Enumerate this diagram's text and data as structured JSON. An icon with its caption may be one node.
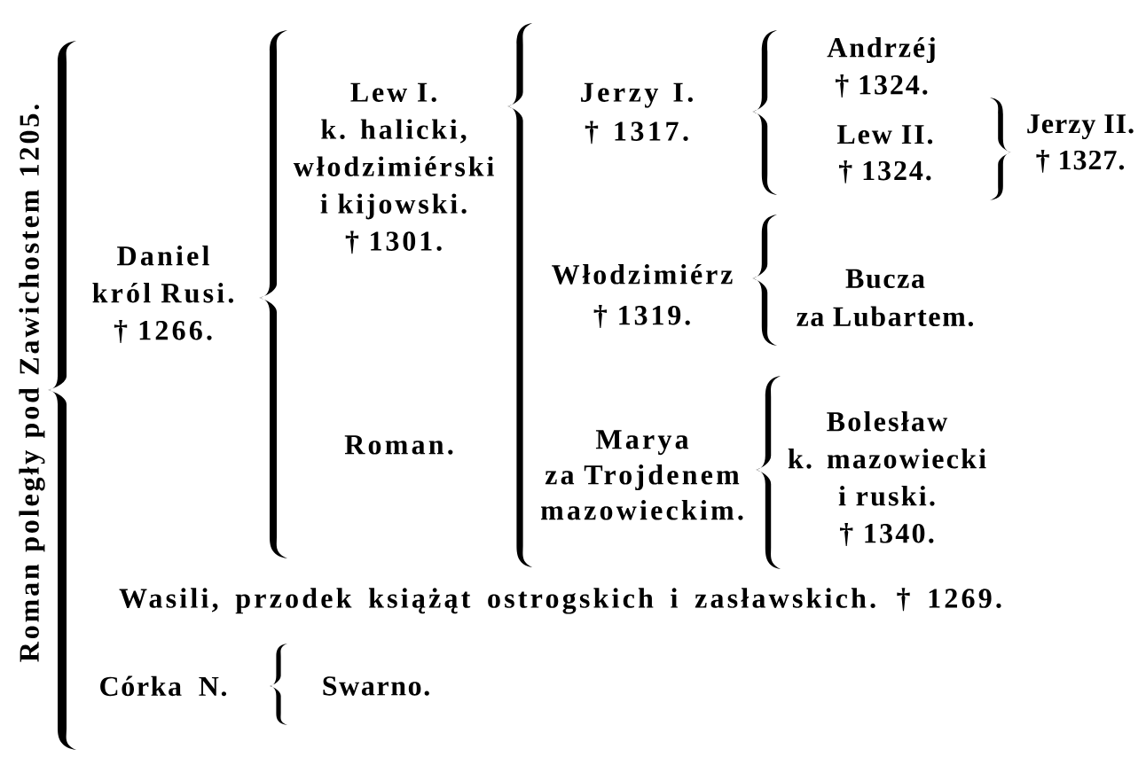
{
  "diagram": {
    "nodes": [
      {
        "text": [
          "Roman poległy pod Zawichostem 1205."
        ]
      },
      {
        "text": [
          "Daniel",
          "król Rusi.",
          "† 1266."
        ]
      },
      {
        "text": [
          "Lew I.",
          "k. halicki, włodzimiérski i kijowski.",
          "† 1301."
        ]
      },
      {
        "text": [
          "Roman."
        ]
      },
      {
        "text": [
          "Jerzy I.",
          "† 1317."
        ]
      },
      {
        "text": [
          "Włodzimiérz",
          "† 1319."
        ]
      },
      {
        "text": [
          "Marya",
          "za Trojdenem mazowieckim."
        ]
      },
      {
        "text": [
          "Andrzéj",
          "† 1324."
        ]
      },
      {
        "text": [
          "Lew II.",
          "† 1324."
        ]
      },
      {
        "text": [
          "Jerzy II.",
          "† 1327."
        ]
      },
      {
        "text": [
          "Bucza",
          "za Lubartem."
        ]
      },
      {
        "text": [
          "Bolesław",
          "k. mazowiecki i ruski.",
          "† 1340."
        ]
      },
      {
        "text": [
          "Wasili, przodek książąt ostrogskich i zasławskich.",
          "† 1269."
        ]
      },
      {
        "text": [
          "Córka N."
        ]
      },
      {
        "text": [
          "Swarno."
        ]
      }
    ],
    "edges": [
      {
        "from": 0,
        "to": 1,
        "arrow": "none"
      },
      {
        "from": 0,
        "to": 12,
        "arrow": "none"
      },
      {
        "from": 0,
        "to": 13,
        "arrow": "none"
      },
      {
        "from": 1,
        "to": 2,
        "arrow": "none"
      },
      {
        "from": 1,
        "to": 3,
        "arrow": "none"
      },
      {
        "from": 2,
        "to": 4,
        "arrow": "none"
      },
      {
        "from": 2,
        "to": 5,
        "arrow": "none"
      },
      {
        "from": 2,
        "to": 6,
        "arrow": "none"
      },
      {
        "from": 4,
        "to": 7,
        "arrow": "none"
      },
      {
        "from": 4,
        "to": 8,
        "arrow": "none"
      },
      {
        "from": 8,
        "to": 9,
        "arrow": "none"
      },
      {
        "from": 5,
        "to": 10,
        "arrow": "none"
      },
      {
        "from": 6,
        "to": 11,
        "arrow": "none"
      },
      {
        "from": 13,
        "to": 14,
        "arrow": "none"
      }
    ]
  }
}
